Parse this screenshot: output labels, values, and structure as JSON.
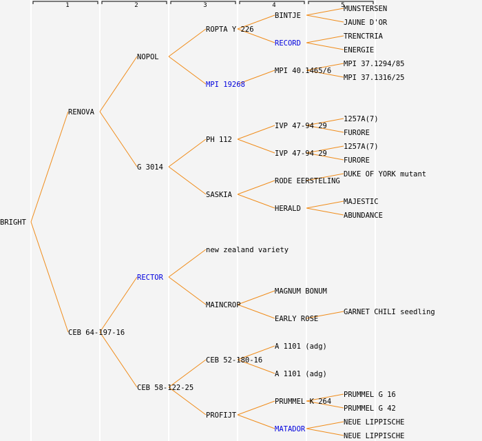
{
  "colors": {
    "background": "#f4f4f4",
    "edge": "#f08c1a",
    "text": "#000000",
    "link_text": "#0000dd",
    "separator": "#ffffff"
  },
  "generations": [
    "1",
    "2",
    "3",
    "4",
    "5"
  ],
  "tree": {
    "label": "BRIGHT",
    "row": 15.5,
    "link": false,
    "children": [
      {
        "label": "RENOVA",
        "row": 7.5,
        "link": false,
        "children": [
          {
            "label": "NOPOL",
            "row": 3.5,
            "link": false,
            "children": [
              {
                "label": "ROPTA Y 226",
                "row": 1.5,
                "link": false,
                "children": [
                  {
                    "label": "BINTJE",
                    "row": 0.5,
                    "link": false,
                    "children": [
                      {
                        "label": "MUNSTERSEN",
                        "row": 0,
                        "link": false
                      },
                      {
                        "label": "JAUNE D'OR",
                        "row": 1,
                        "link": false
                      }
                    ]
                  },
                  {
                    "label": "RECORD",
                    "row": 2.5,
                    "link": true,
                    "children": [
                      {
                        "label": "TRENCTRIA",
                        "row": 2,
                        "link": false
                      },
                      {
                        "label": "ENERGIE",
                        "row": 3,
                        "link": false
                      }
                    ]
                  }
                ]
              },
              {
                "label": "MPI 19268",
                "row": 5.5,
                "link": true,
                "children": [
                  {
                    "label": "MPI 40.1465/6",
                    "row": 4.5,
                    "link": false,
                    "children": [
                      {
                        "label": "MPI 37.1294/85",
                        "row": 4,
                        "link": false
                      },
                      {
                        "label": "MPI 37.1316/25",
                        "row": 5,
                        "link": false
                      }
                    ]
                  }
                ]
              }
            ]
          },
          {
            "label": "G 3014",
            "row": 11.5,
            "link": false,
            "children": [
              {
                "label": "PH 112",
                "row": 9.5,
                "link": false,
                "children": [
                  {
                    "label": "IVP 47-94 29",
                    "row": 8.5,
                    "link": false,
                    "children": [
                      {
                        "label": "1257A(7)",
                        "row": 8,
                        "link": false
                      },
                      {
                        "label": "FURORE",
                        "row": 9,
                        "link": false
                      }
                    ]
                  },
                  {
                    "label": "IVP 47-94 29",
                    "row": 10.5,
                    "link": false,
                    "children": [
                      {
                        "label": "1257A(7)",
                        "row": 10,
                        "link": false
                      },
                      {
                        "label": "FURORE",
                        "row": 11,
                        "link": false
                      }
                    ]
                  }
                ]
              },
              {
                "label": "SASKIA",
                "row": 13.5,
                "link": false,
                "children": [
                  {
                    "label": "RODE EERSTELING",
                    "row": 12.5,
                    "link": false,
                    "children": [
                      {
                        "label": "DUKE OF YORK mutant",
                        "row": 12,
                        "link": false
                      }
                    ]
                  },
                  {
                    "label": "HERALD",
                    "row": 14.5,
                    "link": false,
                    "children": [
                      {
                        "label": "MAJESTIC",
                        "row": 14,
                        "link": false
                      },
                      {
                        "label": "ABUNDANCE",
                        "row": 15,
                        "link": false
                      }
                    ]
                  }
                ]
              }
            ]
          }
        ]
      },
      {
        "label": "CEB 64-197-16",
        "row": 23.5,
        "link": false,
        "children": [
          {
            "label": "RECTOR",
            "row": 19.5,
            "link": true,
            "children": [
              {
                "label": "new zealand variety",
                "row": 17.5,
                "link": false
              },
              {
                "label": "MAINCROP",
                "row": 21.5,
                "link": false,
                "children": [
                  {
                    "label": "MAGNUM BONUM",
                    "row": 20.5,
                    "link": false
                  },
                  {
                    "label": "EARLY ROSE",
                    "row": 22.5,
                    "link": false,
                    "children": [
                      {
                        "label": "GARNET CHILI seedling",
                        "row": 22,
                        "link": false
                      }
                    ]
                  }
                ]
              }
            ]
          },
          {
            "label": "CEB 58-122-25",
            "row": 27.5,
            "link": false,
            "children": [
              {
                "label": "CEB 52-180-16",
                "row": 25.5,
                "link": false,
                "children": [
                  {
                    "label": "A 1101 (adg)",
                    "row": 24.5,
                    "link": false
                  },
                  {
                    "label": "A 1101 (adg)",
                    "row": 26.5,
                    "link": false
                  }
                ]
              },
              {
                "label": "PROFIJT",
                "row": 29.5,
                "link": false,
                "children": [
                  {
                    "label": "PRUMMEL K 264",
                    "row": 28.5,
                    "link": false,
                    "children": [
                      {
                        "label": "PRUMMEL G 16",
                        "row": 28,
                        "link": false
                      },
                      {
                        "label": "PRUMMEL G 42",
                        "row": 29,
                        "link": false
                      }
                    ]
                  },
                  {
                    "label": "MATADOR",
                    "row": 30.5,
                    "link": true,
                    "children": [
                      {
                        "label": "NEUE LIPPISCHE",
                        "row": 30,
                        "link": false
                      },
                      {
                        "label": "NEUE LIPPISCHE",
                        "row": 31,
                        "link": false
                      }
                    ]
                  }
                ]
              }
            ]
          }
        ]
      }
    ]
  }
}
